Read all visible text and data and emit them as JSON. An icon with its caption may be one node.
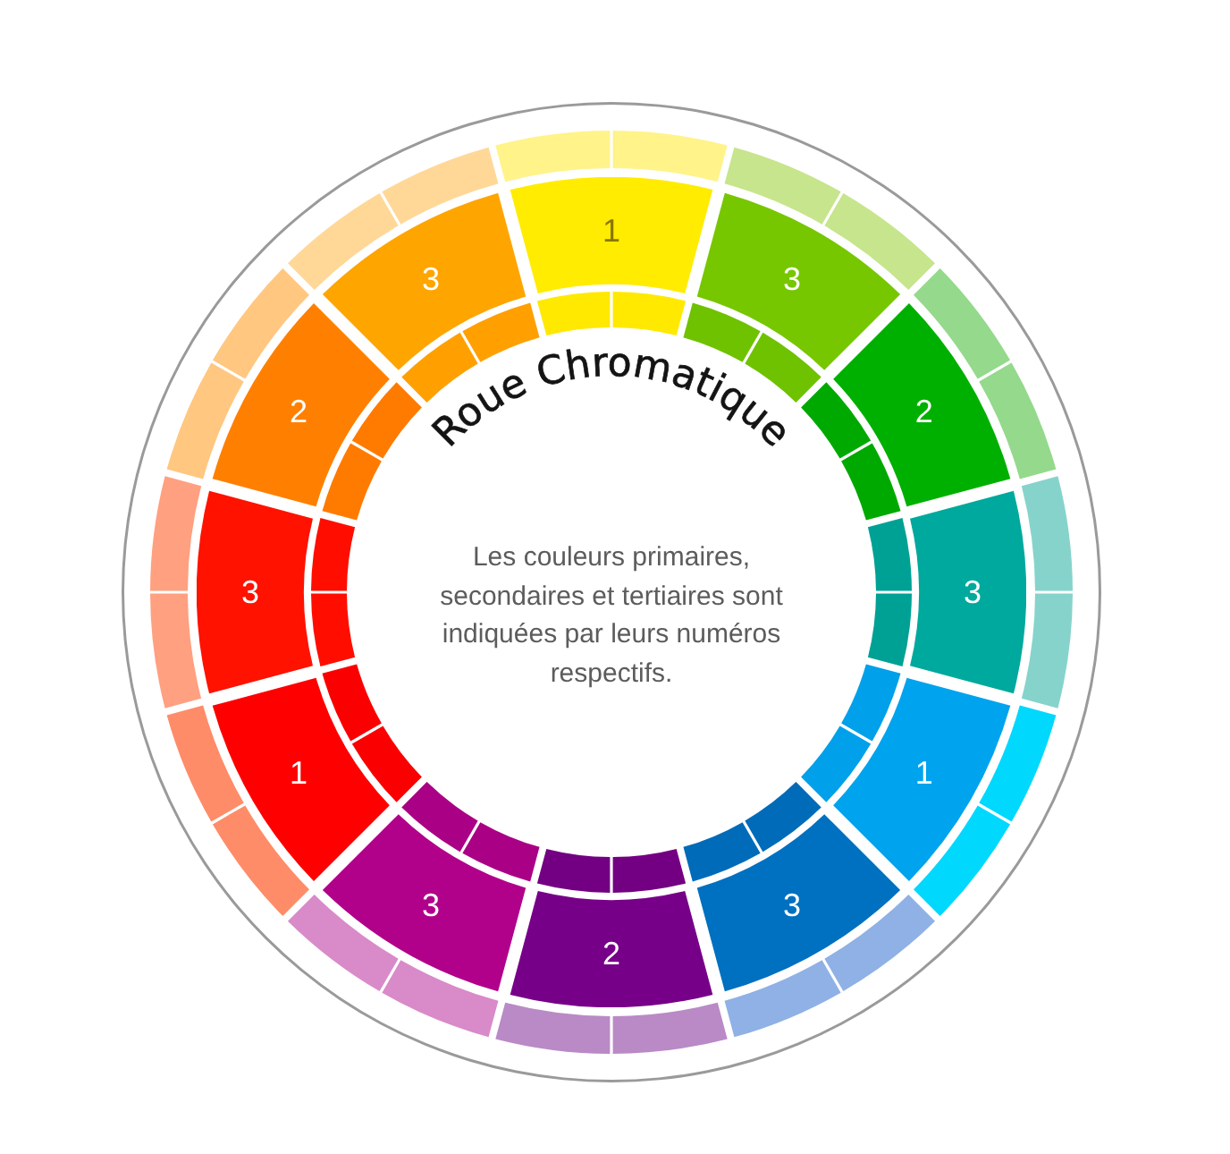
{
  "diagram": {
    "title": "Roue Chromatique",
    "nodes": [
      {
        "text": [
          "Les couleurs primaires, secondaires et tertiaires sont indiquées par leurs numéros respectifs."
        ]
      },
      {
        "text": [
          "1"
        ],
        "in": 0
      },
      {
        "text": [
          "3"
        ],
        "in": 0
      },
      {
        "text": [
          "2"
        ],
        "in": 0
      },
      {
        "text": [
          "3"
        ],
        "in": 0
      },
      {
        "text": [
          "1"
        ],
        "in": 0
      },
      {
        "text": [
          "3"
        ],
        "in": 0
      },
      {
        "text": [
          "2"
        ],
        "in": 0
      },
      {
        "text": [
          "3"
        ],
        "in": 0
      },
      {
        "text": [
          "1"
        ],
        "in": 0
      },
      {
        "text": [
          "3"
        ],
        "in": 0
      },
      {
        "text": [
          "2"
        ],
        "in": 0
      },
      {
        "text": [
          "3"
        ],
        "in": 0
      }
    ]
  }
}
